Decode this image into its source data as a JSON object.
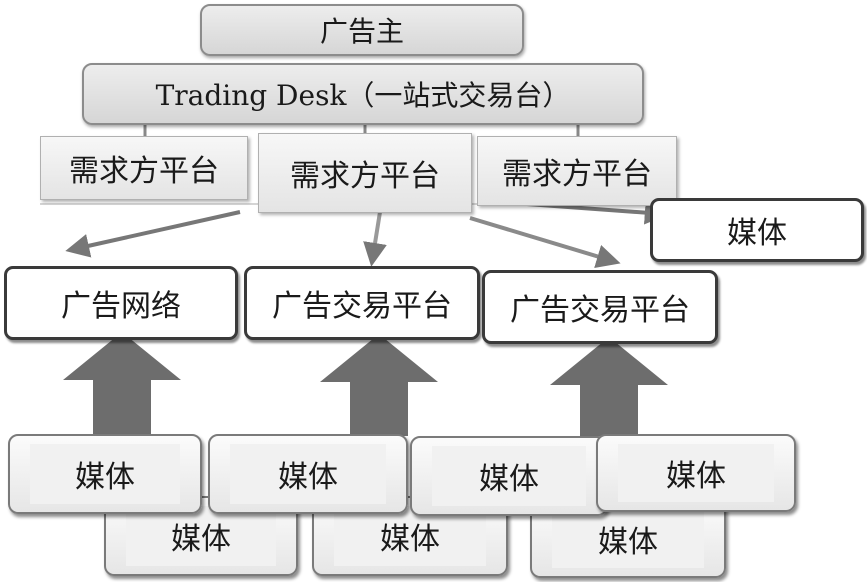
{
  "advertiser": "广告主",
  "trading_desk": "Trading Desk（一站式交易台）",
  "dsp": [
    "需求方平台",
    "需求方平台",
    "需求方平台"
  ],
  "media_right": "媒体",
  "networks": [
    "广告网络",
    "广告交易平台",
    "广告交易平台"
  ],
  "media_bottom": [
    "媒体",
    "媒体",
    "媒体",
    "媒体",
    "媒体",
    "媒体",
    "媒体"
  ]
}
